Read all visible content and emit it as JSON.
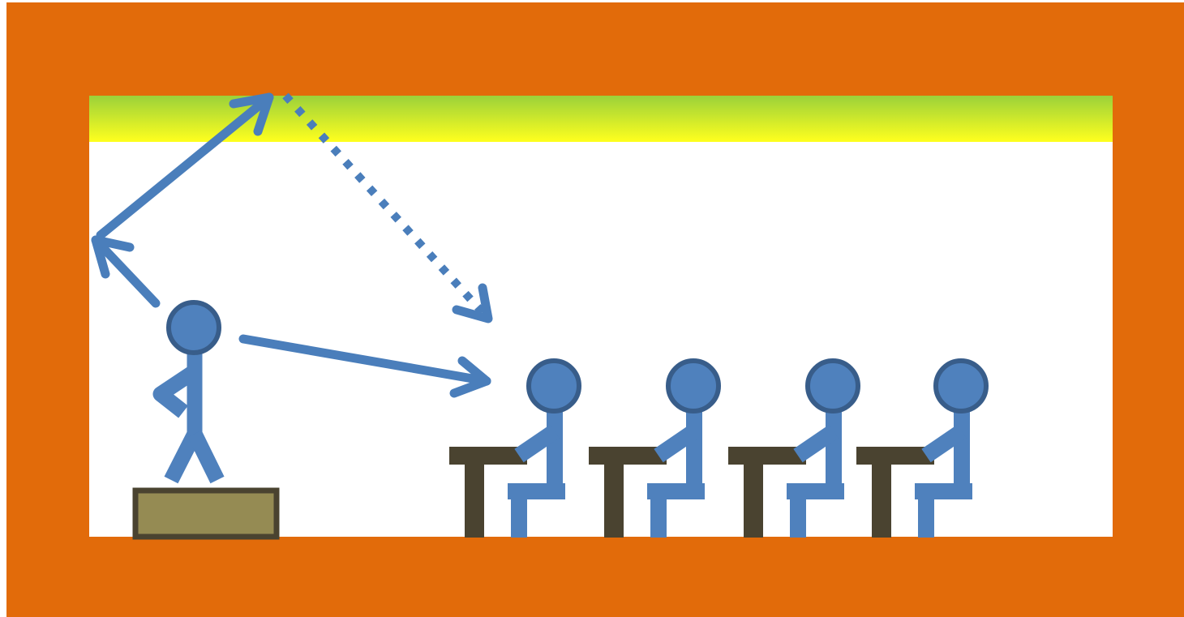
{
  "scene": {
    "description_type": "classroom acoustics illustration",
    "colors": {
      "wall": "#E26B0A",
      "room_interior": "#FFFFFF",
      "ceiling_panel_top": "#9BD13A",
      "ceiling_panel_bottom": "#FFFF1E",
      "figure_fill": "#4F81BD",
      "figure_outline": "#385D8A",
      "sound_path": "#4A7EBB",
      "desk": "#4A4330",
      "platform_fill": "#958B53",
      "platform_outline": "#4A4330"
    },
    "elements": {
      "speaker": "standing-figure",
      "listeners": 4,
      "desks": 4,
      "sound_paths": [
        "direct",
        "reflected-via-wall-and-ceiling",
        "reflected-from-ceiling-dotted"
      ]
    }
  }
}
